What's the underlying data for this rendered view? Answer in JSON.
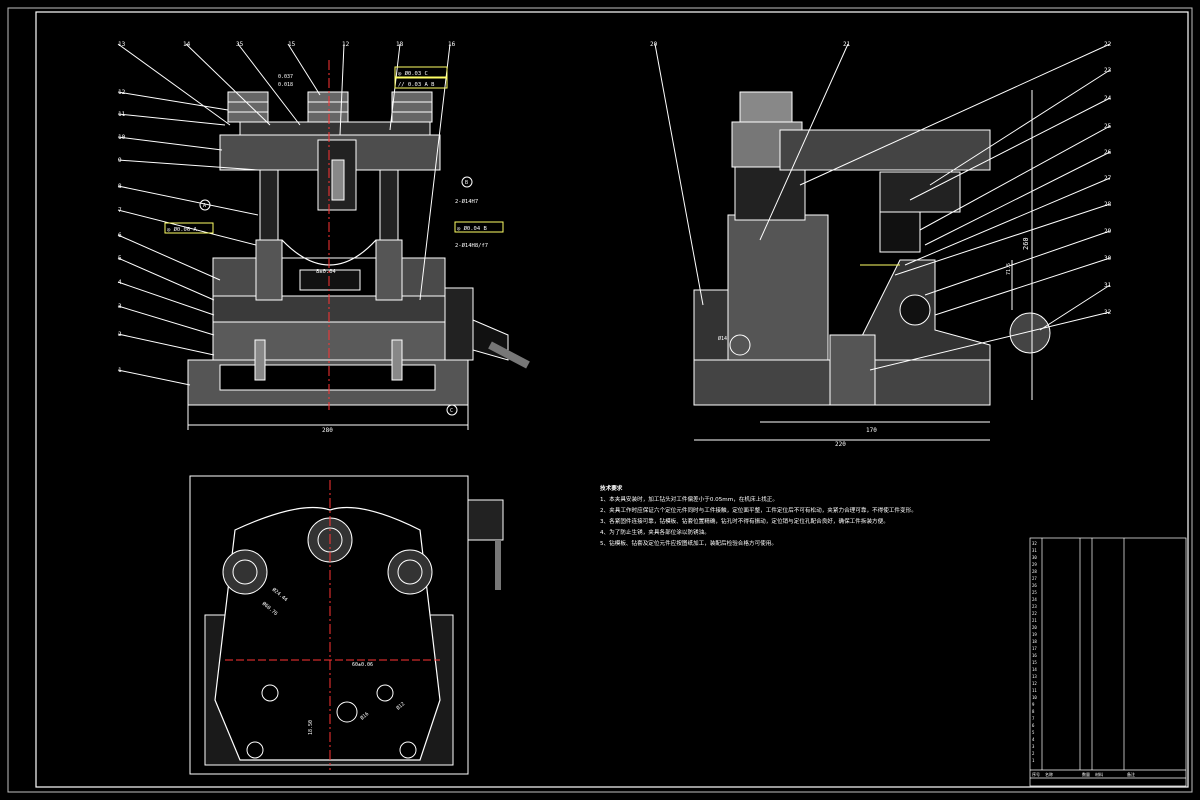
{
  "drawing": {
    "background": "#000000",
    "line_color": "#ffffff",
    "center_line_color": "#ff3333",
    "accent_color": "#ffff66",
    "front_view": {
      "part_numbers": [
        "13",
        "14",
        "35",
        "15",
        "12",
        "18",
        "16",
        "12",
        "11",
        "10",
        "9",
        "8",
        "7",
        "6",
        "5",
        "4",
        "3",
        "2",
        "1"
      ],
      "tolerance_frames": [
        "◎ Ø0.03 C",
        "// 0.03 A B",
        "◎ Ø0.06 A",
        "◎ Ø0.04 B"
      ],
      "fit_notes": [
        "2-Ø14H7",
        "2-Ø14H8/f7",
        "8±0.04",
        "0.037",
        "0.018"
      ],
      "datum_labels": [
        "A",
        "B",
        "C"
      ],
      "dimension_width": "280"
    },
    "side_view": {
      "part_numbers": [
        "20",
        "21",
        "22",
        "23",
        "24",
        "25",
        "26",
        "27",
        "28",
        "29",
        "30",
        "31",
        "32"
      ],
      "dimension_height": "260",
      "dimension_width": "220",
      "dimension_inner": "170",
      "dimension_small": "71.5",
      "hole_note": "Ø14"
    },
    "top_view": {
      "dimension_a": "Ø24.44",
      "dimension_b": "Ø60.76",
      "dimension_c": "60±0.06",
      "dimension_d": "18.50",
      "dimension_e": "Ø16",
      "dimension_f": "Ø12"
    },
    "technical_requirements": {
      "title": "技术要求",
      "lines": [
        "1、本夹具安装时，加工钻头对工件偏差小于0.05mm，在机床上找正。",
        "2、夹具工作时应保证六个定位元件同时与工件接触，定位面平整，工件定位后不可有松动，夹紧力合理可靠，不得使工件变形。",
        "3、各紧固件连接可靠，钻模板、钻套位置精确，钻孔时不得有振动，定位销与定位孔配合良好，确保工件拆装方便。",
        "4、为了防止生锈，夹具各部位涂以防锈油。",
        "5、钻模板、钻套及定位元件应按图纸加工，装配后检验合格方可使用。"
      ]
    },
    "title_block": {
      "item_numbers": [
        "32",
        "31",
        "30",
        "29",
        "28",
        "27",
        "26",
        "25",
        "24",
        "23",
        "22",
        "21",
        "20",
        "19",
        "18",
        "17",
        "16",
        "15",
        "14",
        "13",
        "12",
        "11",
        "10",
        "9",
        "8",
        "7",
        "6",
        "5",
        "4",
        "3",
        "2",
        "1"
      ],
      "footer": [
        "序号",
        "名称",
        "数量",
        "材料",
        "备注"
      ]
    }
  }
}
